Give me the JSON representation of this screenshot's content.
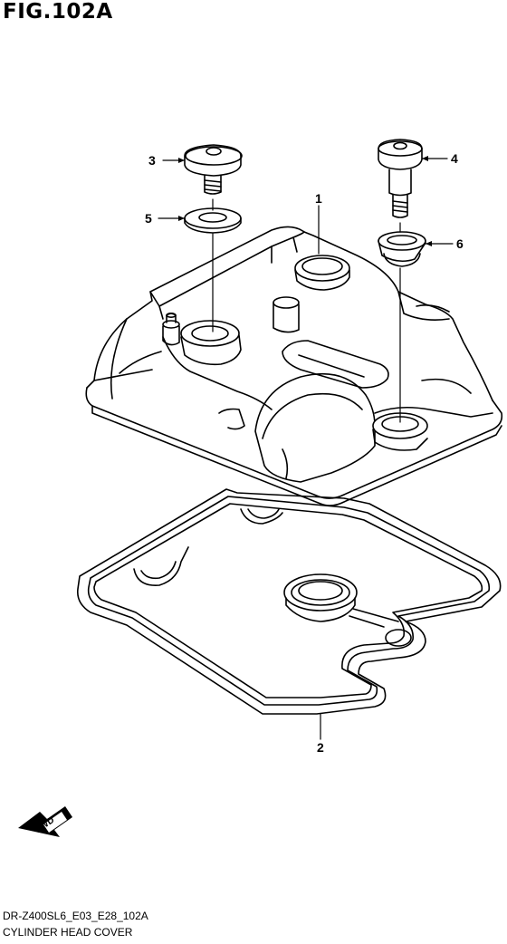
{
  "figure": {
    "title": "FIG.102A",
    "code": "DR-Z400SL6_E03_E28_102A",
    "name": "CYLINDER HEAD COVER",
    "fwd_label": "FWD"
  },
  "callouts": [
    "1",
    "2",
    "3",
    "4",
    "5",
    "6"
  ],
  "parts": [
    {
      "ref": "1",
      "part": "cylinder-head-cover"
    },
    {
      "ref": "2",
      "part": "gasket"
    },
    {
      "ref": "3",
      "part": "bolt"
    },
    {
      "ref": "4",
      "part": "bolt"
    },
    {
      "ref": "5",
      "part": "washer"
    },
    {
      "ref": "6",
      "part": "grommet"
    }
  ]
}
